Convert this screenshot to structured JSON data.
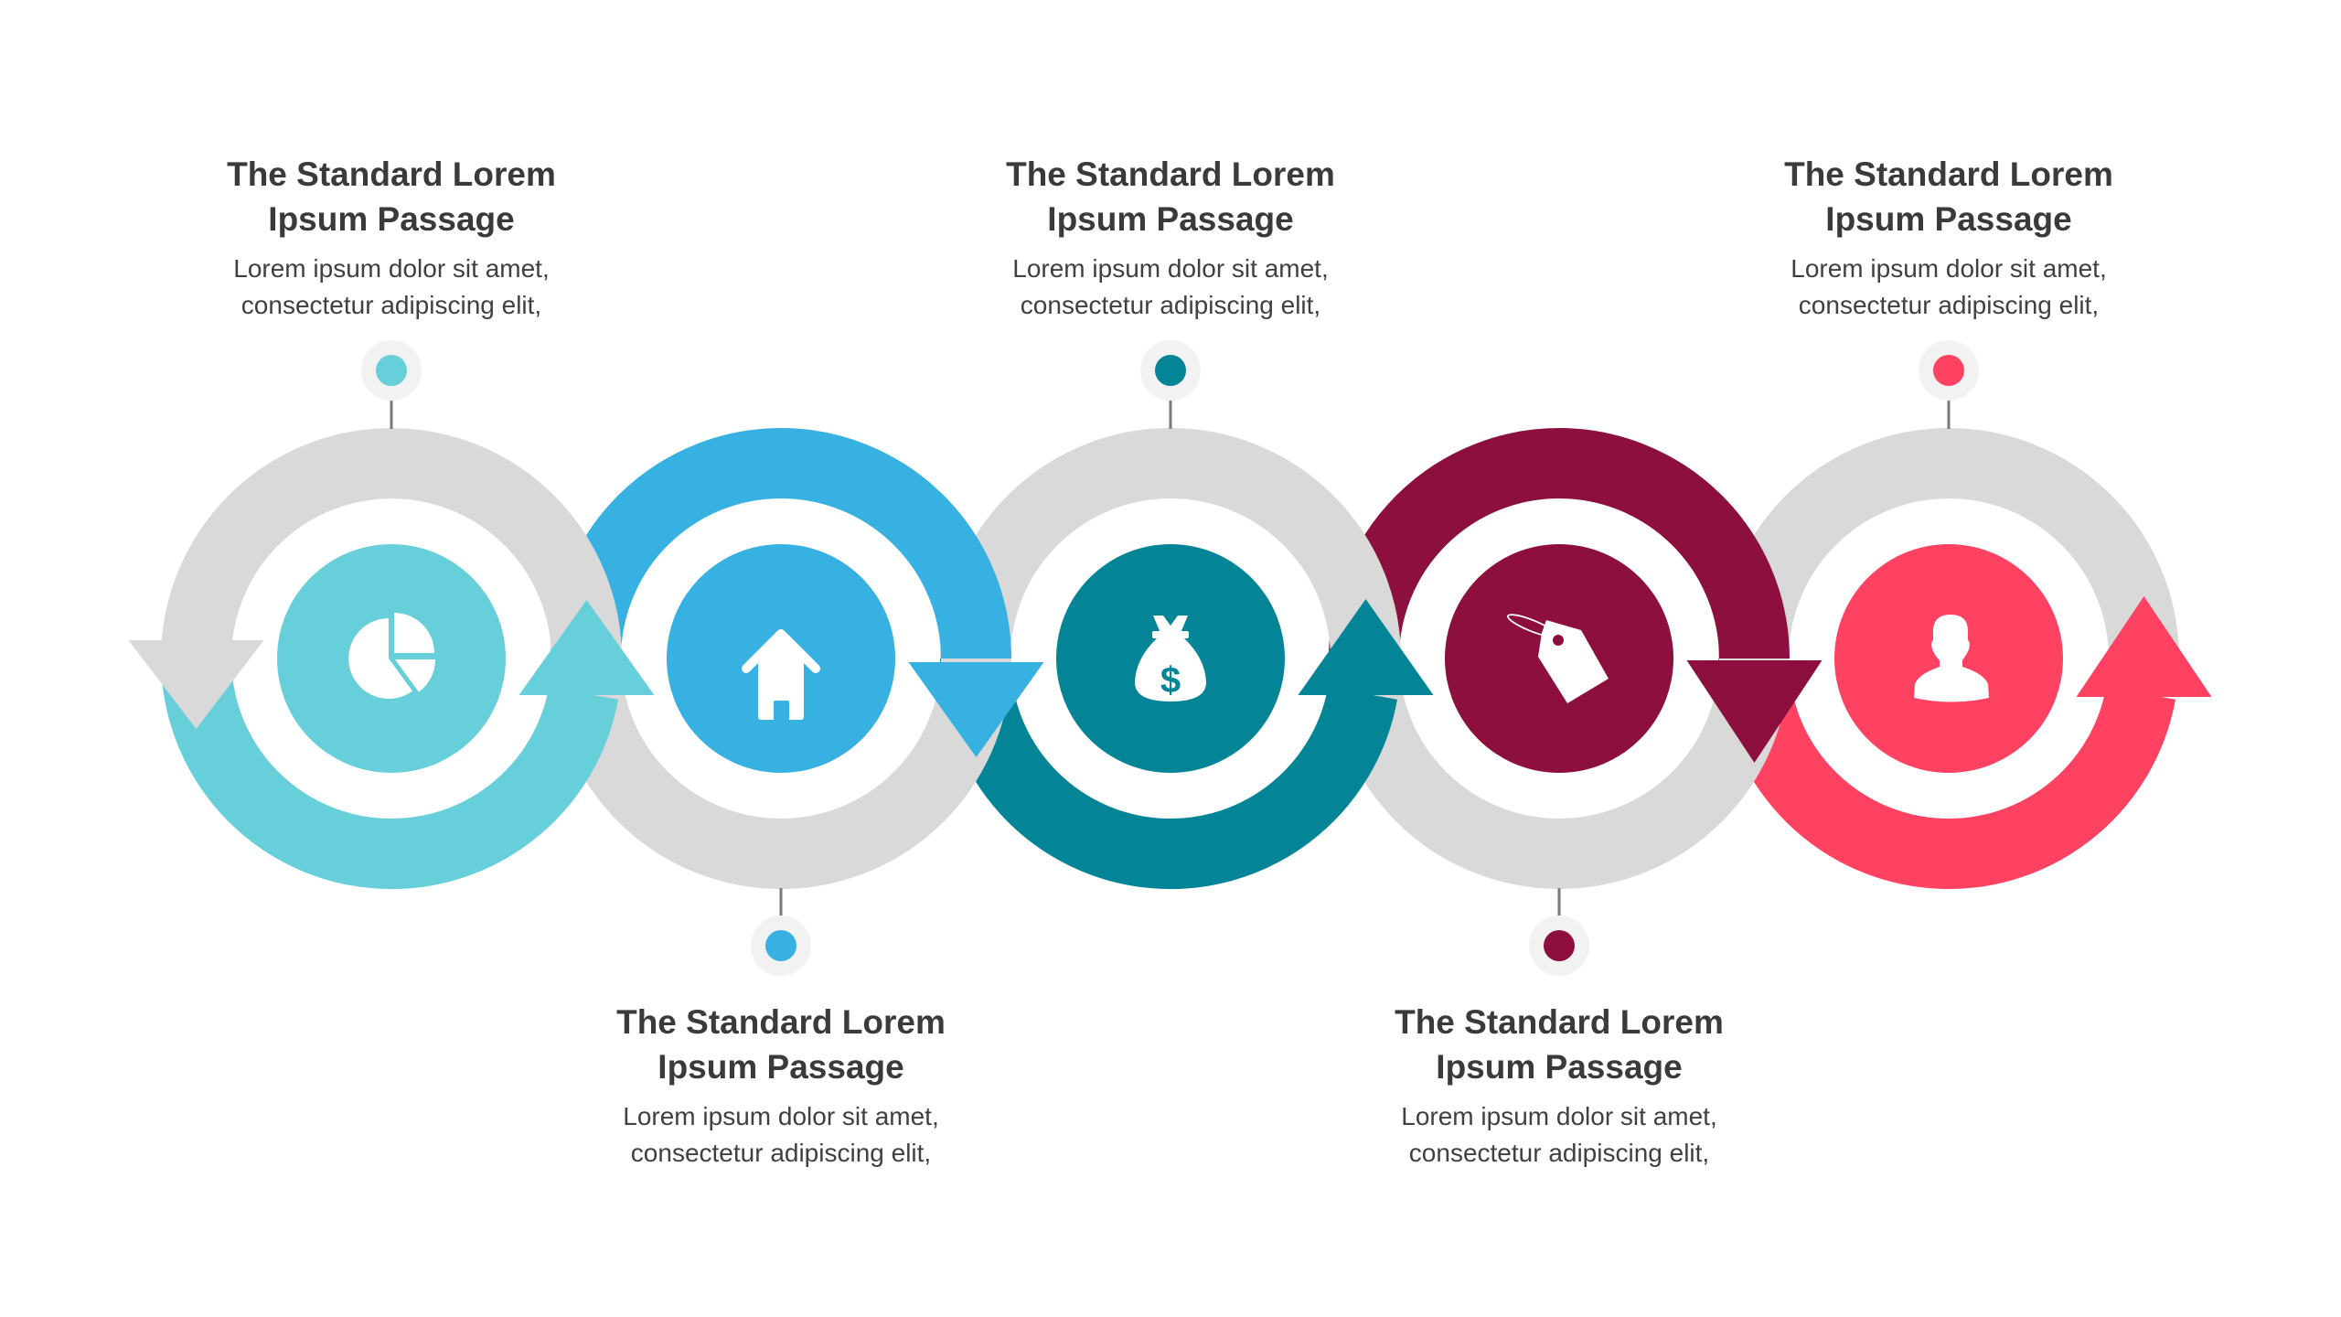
{
  "colors": {
    "ring_grey": "#D9D9D9",
    "dot_halo": "#F2F2F2",
    "connector": "#7A7A7A",
    "heading_text": "#3A3A3A",
    "body_text": "#404040",
    "background": "#FFFFFF"
  },
  "steps": [
    {
      "position": "top",
      "color": "#66CFD9",
      "icon": "pie-chart-icon",
      "title_line1": "The Standard Lorem",
      "title_line2": "Ipsum Passage",
      "body_line1": "Lorem ipsum dolor sit amet,",
      "body_line2": "consectetur adipiscing elit,"
    },
    {
      "position": "bottom",
      "color": "#37B0E2",
      "icon": "house-icon",
      "title_line1": "The Standard Lorem",
      "title_line2": "Ipsum Passage",
      "body_line1": "Lorem ipsum dolor sit amet,",
      "body_line2": "consectetur adipiscing elit,"
    },
    {
      "position": "top",
      "color": "#038497",
      "icon": "money-bag-icon",
      "icon_glyph": "$",
      "title_line1": "The Standard Lorem",
      "title_line2": "Ipsum Passage",
      "body_line1": "Lorem ipsum dolor sit amet,",
      "body_line2": "consectetur adipiscing elit,"
    },
    {
      "position": "bottom",
      "color": "#8C0F3D",
      "icon": "price-tag-icon",
      "title_line1": "The Standard Lorem",
      "title_line2": "Ipsum Passage",
      "body_line1": "Lorem ipsum dolor sit amet,",
      "body_line2": "consectetur adipiscing elit,"
    },
    {
      "position": "top",
      "color": "#FF4162",
      "icon": "user-icon",
      "title_line1": "The Standard Lorem",
      "title_line2": "Ipsum Passage",
      "body_line1": "Lorem ipsum dolor sit amet,",
      "body_line2": "consectetur adipiscing elit,"
    }
  ]
}
